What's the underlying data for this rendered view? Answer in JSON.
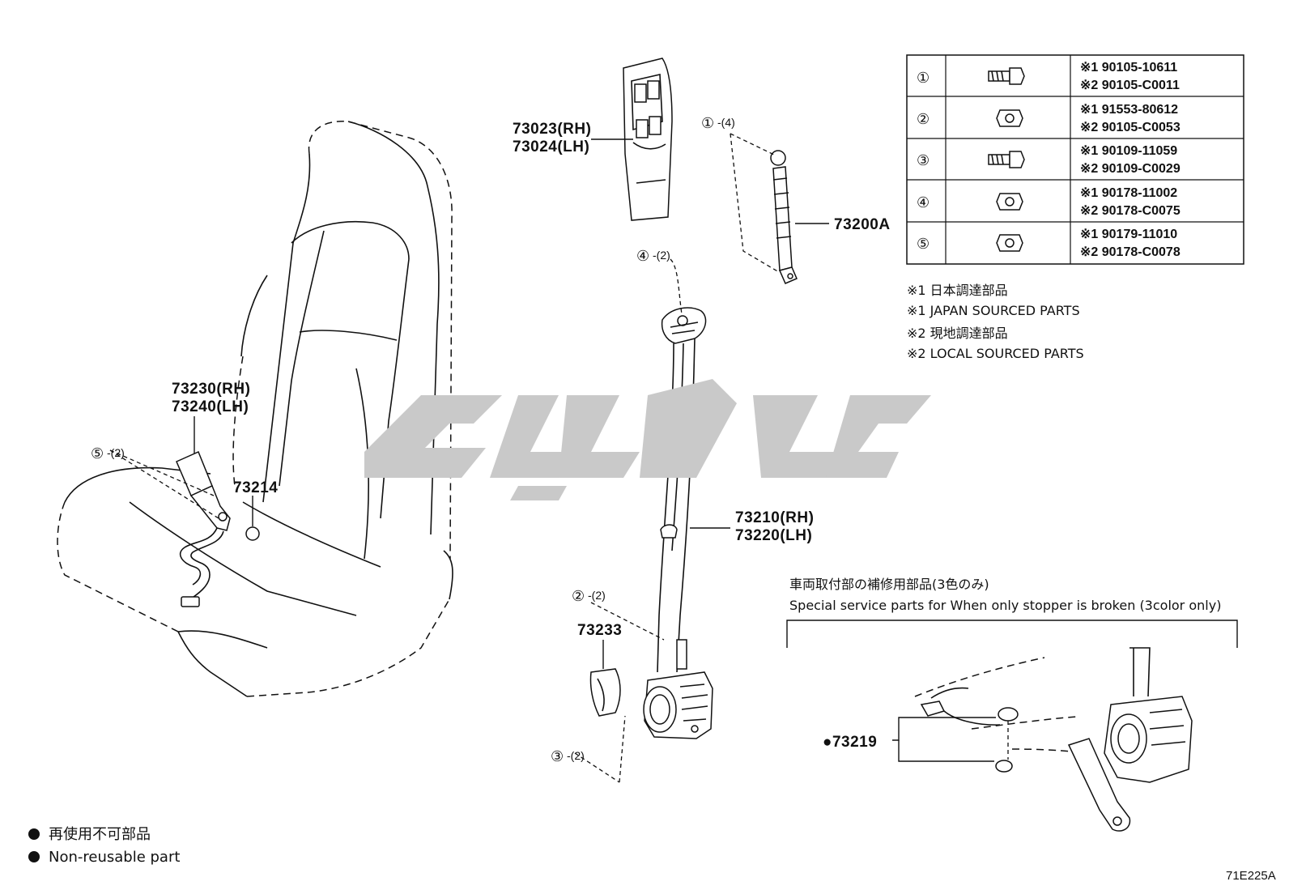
{
  "callouts": {
    "c1": {
      "num": "①",
      "qty": "-(4)"
    },
    "c2": {
      "num": "②",
      "qty": "-(2)"
    },
    "c3": {
      "num": "③",
      "qty": "-(2)"
    },
    "c4": {
      "num": "④",
      "qty": "-(2)"
    },
    "c5": {
      "num": "⑤",
      "qty": "-(2)"
    }
  },
  "labels": {
    "pillar_trim_rh": "73023(RH)",
    "pillar_trim_lh": "73024(LH)",
    "adjuster": "73200A",
    "buckle_rh": "73230(RH)",
    "buckle_lh": "73240(LH)",
    "washer": "73214",
    "belt_rh": "73210(RH)",
    "belt_lh": "73220(LH)",
    "cover": "73233",
    "stopper": "●73219"
  },
  "fastener_table": [
    {
      "num": "①",
      "icon": "bolt-icon",
      "pn1": "※1 90105-10611",
      "pn2": "※2 90105-C0011"
    },
    {
      "num": "②",
      "icon": "nut-icon",
      "pn1": "※1 91553-80612",
      "pn2": "※2 90105-C0053"
    },
    {
      "num": "③",
      "icon": "bolt-icon",
      "pn1": "※1 90109-11059",
      "pn2": "※2 90109-C0029"
    },
    {
      "num": "④",
      "icon": "nut-icon",
      "pn1": "※1 90178-11002",
      "pn2": "※2 90178-C0075"
    },
    {
      "num": "⑤",
      "icon": "nut-icon",
      "pn1": "※1 90179-11010",
      "pn2": "※2 90178-C0078"
    }
  ],
  "notes": {
    "n1_jp": "※1 日本調達部品",
    "n1_en": "※1 JAPAN SOURCED PARTS",
    "n2_jp": "※2 現地調達部品",
    "n2_en": "※2 LOCAL SOURCED PARTS"
  },
  "special": {
    "title_jp": "車両取付部の補修用部品(3色のみ)",
    "title_en": "Special service parts for When only stopper is broken (3color only)"
  },
  "legend": {
    "jp": "再使用不可部品",
    "en": "Non-reusable part"
  },
  "figure_id": "71E225A"
}
